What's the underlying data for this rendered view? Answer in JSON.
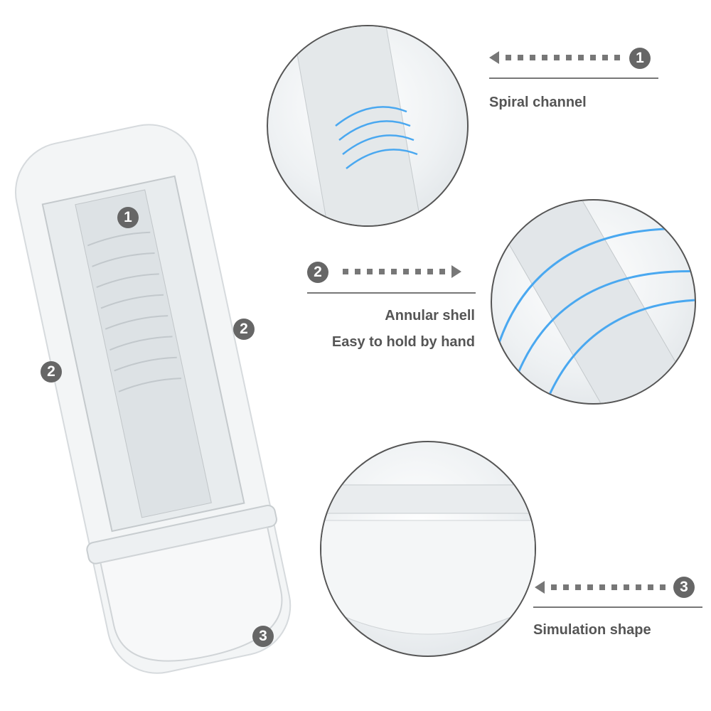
{
  "callouts": [
    {
      "number": "1",
      "lines": [
        "Spiral channel"
      ]
    },
    {
      "number": "2",
      "lines": [
        "Annular shell",
        "Easy to hold by hand"
      ]
    },
    {
      "number": "3",
      "lines": [
        "Simulation shape"
      ]
    }
  ],
  "product_markers": [
    "1",
    "2",
    "2",
    "3"
  ],
  "colors": {
    "badge": "#666666",
    "text": "#555555",
    "accent_lines": "#4aa8f0"
  }
}
